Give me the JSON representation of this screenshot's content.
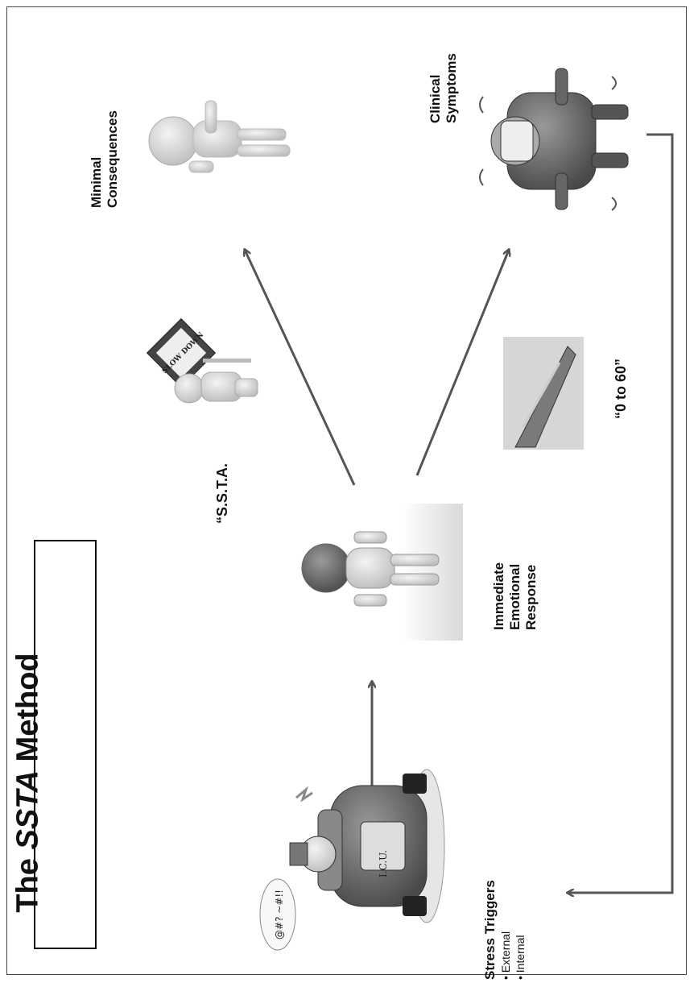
{
  "title": {
    "prefix": "The ",
    "italic": "SSTA",
    "suffix": " Method"
  },
  "nodes": {
    "triggers": {
      "heading": "Stress Triggers",
      "items": [
        "External",
        "Internal"
      ]
    },
    "response": {
      "lines": [
        "Immediate",
        "Emotional",
        "Response"
      ]
    },
    "minimal": {
      "lines": [
        "Minimal",
        "Consequences"
      ]
    },
    "clinical": {
      "lines": [
        "Clinical",
        "Symptoms"
      ]
    }
  },
  "paths": {
    "ssta": "“S.S.T.A.",
    "fast": "“0 to 60”"
  },
  "icons": {
    "road-rage-car": "illustration",
    "stressed-figure": "illustration",
    "calm-figure": "illustration",
    "slow-down-sign": "illustration",
    "speeding-car": "illustration",
    "angry-figure": "illustration"
  },
  "sign_text": "SLOW DOWN",
  "car_text": "I.C.U.",
  "speech_text": "@#? ~#!!"
}
